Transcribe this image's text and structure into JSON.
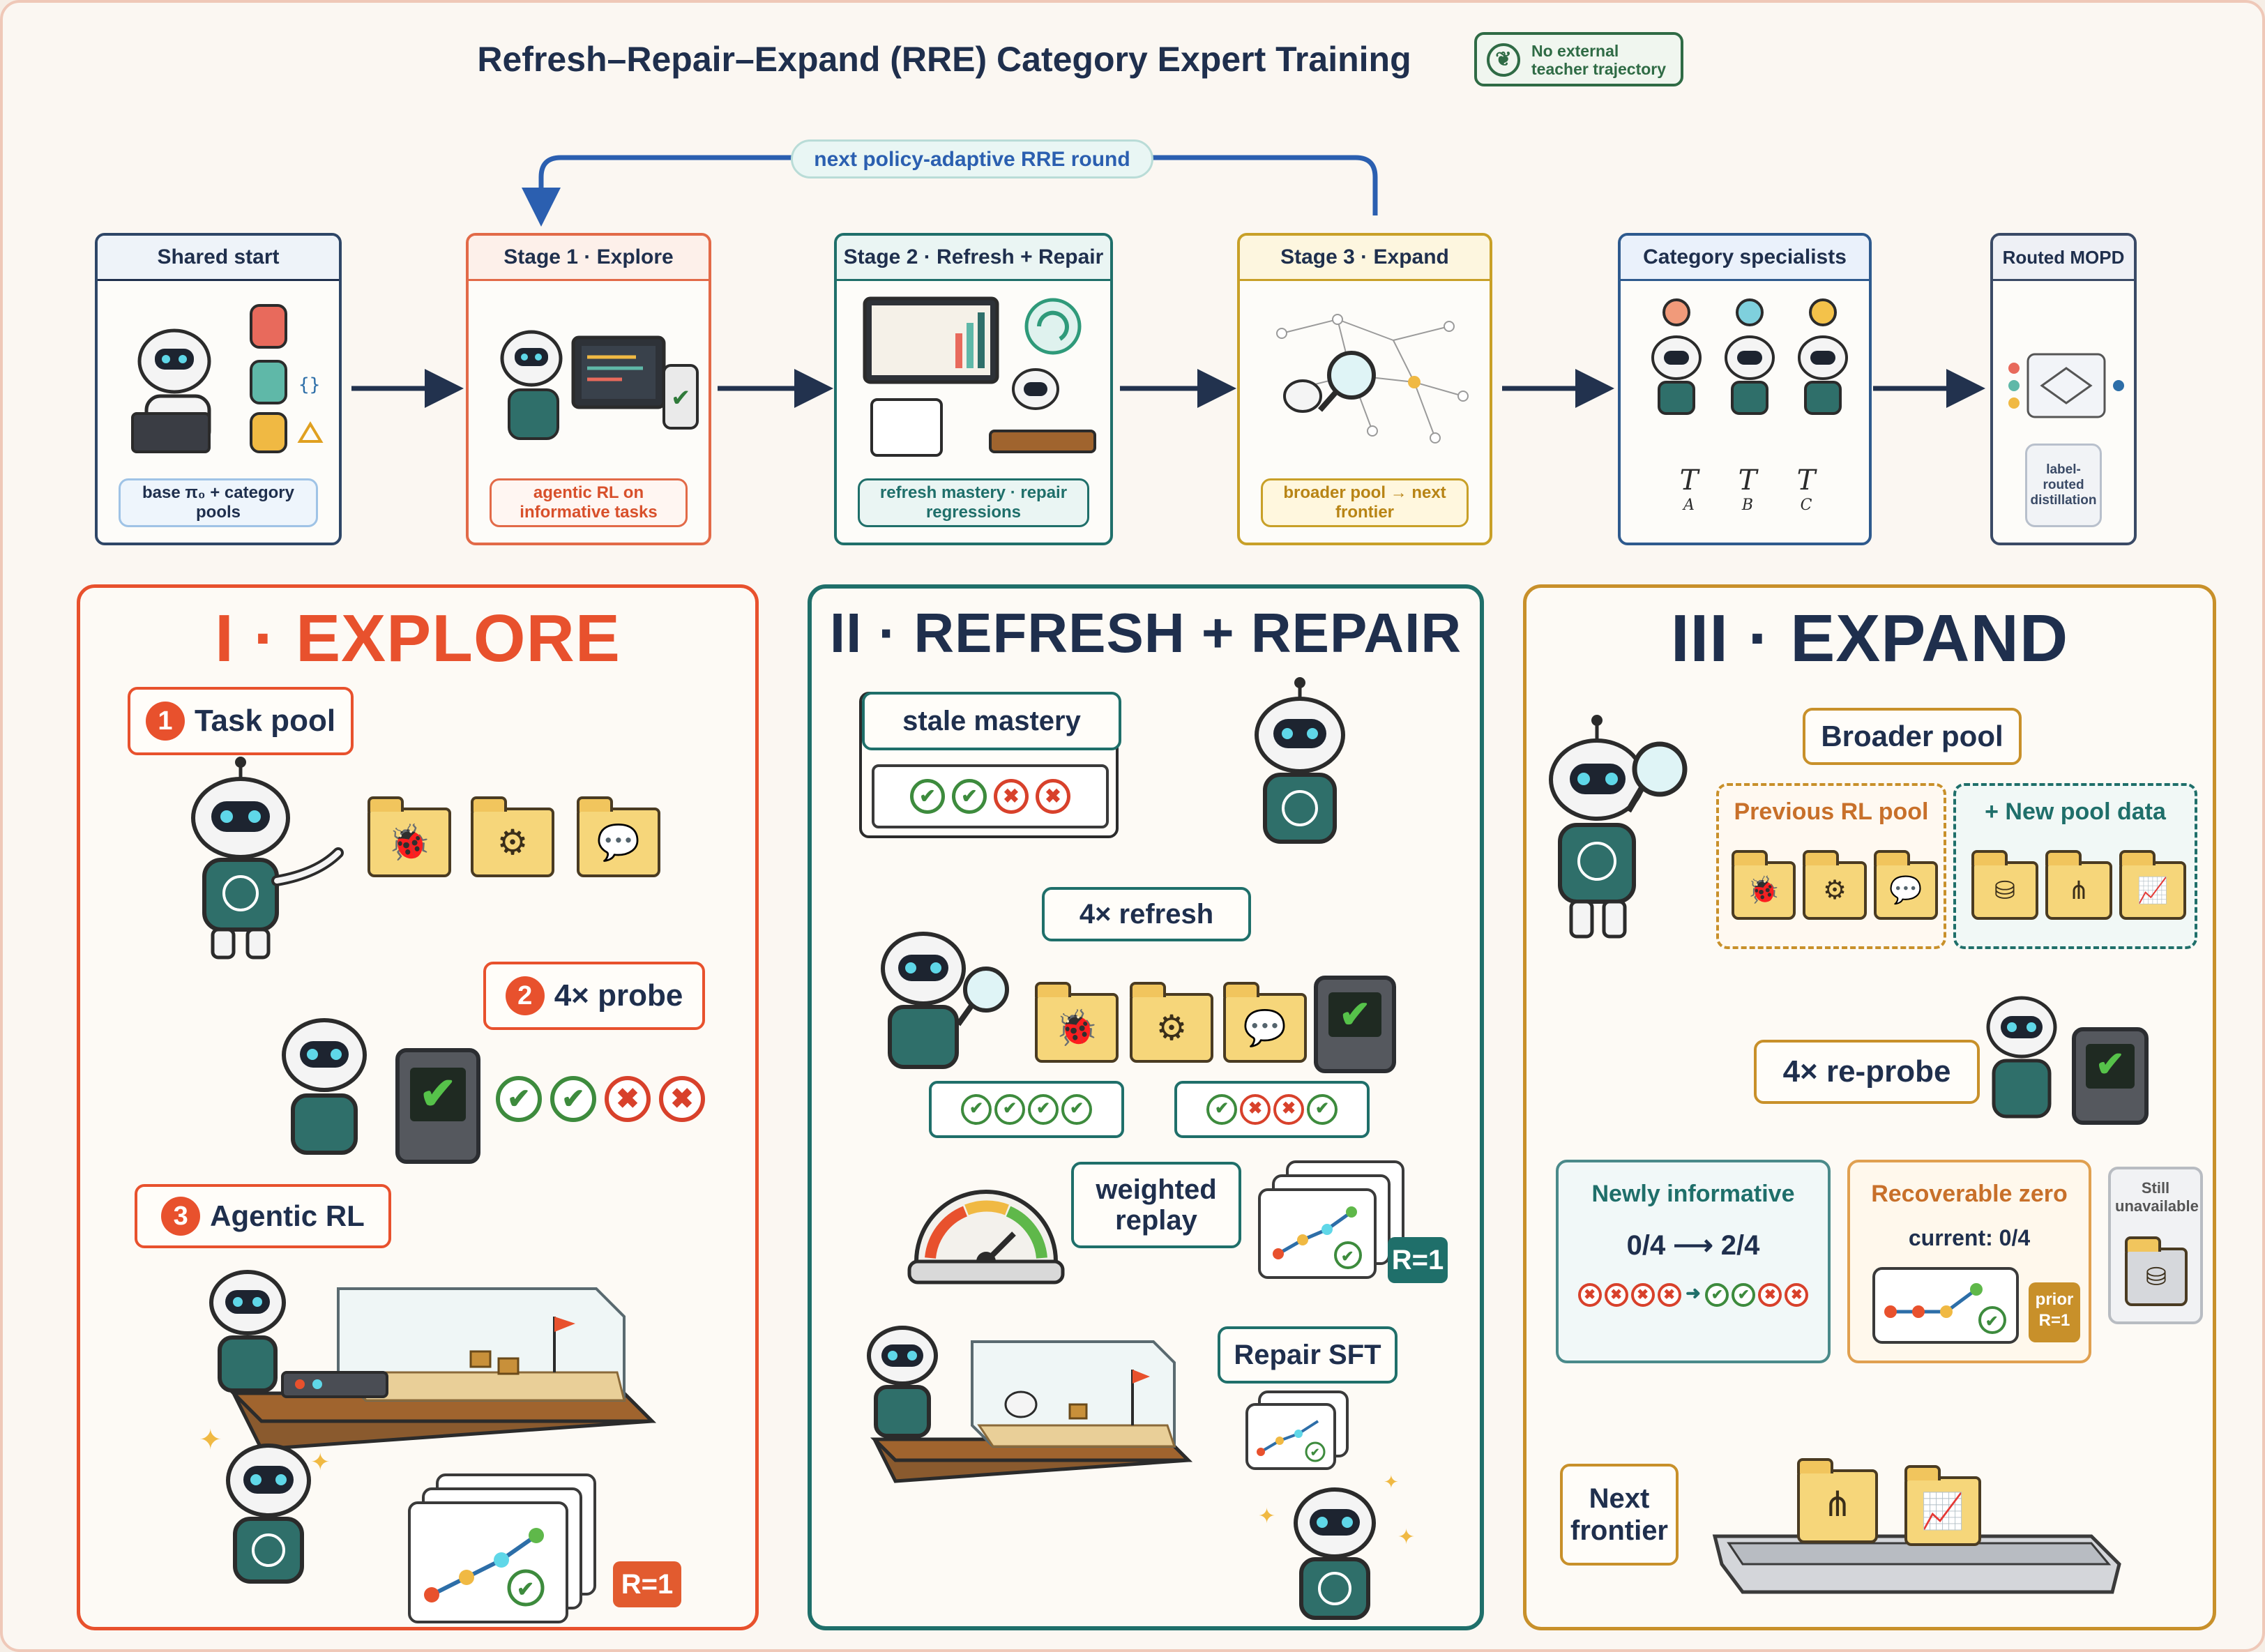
{
  "title": "Refresh–Repair–Expand (RRE) Category Expert Training",
  "badge": {
    "text_line1": "No external",
    "text_line2": "teacher trajectory",
    "icon": "leaf-ring-icon"
  },
  "loop_label": "next policy-adaptive RRE round",
  "top_flow": {
    "shared_start": {
      "head": "Shared start",
      "caption": "base π₀ + category pools"
    },
    "stage1": {
      "head": "Stage 1 · Explore",
      "caption": "agentic RL on informative tasks"
    },
    "stage2": {
      "head": "Stage 2 · Refresh + Repair",
      "caption": "refresh mastery · repair regressions"
    },
    "stage3": {
      "head": "Stage 3 · Expand",
      "caption": "broader pool → next frontier"
    },
    "specialists": {
      "head": "Category specialists",
      "labels": [
        "T",
        "T",
        "T"
      ],
      "subs": [
        "A",
        "B",
        "C"
      ]
    },
    "mopd": {
      "head": "Routed MOPD",
      "caption": "label-routed distillation"
    }
  },
  "explore": {
    "title": "I · EXPLORE",
    "step1": {
      "num": "1",
      "label": "Task pool"
    },
    "step2": {
      "num": "2",
      "label": "4× probe"
    },
    "step3": {
      "num": "3",
      "label": "Agentic RL"
    },
    "reward": "R=1",
    "folder_icons": [
      "bug-icon",
      "gear-icon",
      "chat-icon"
    ],
    "probe_results": [
      "pass",
      "pass",
      "fail",
      "fail"
    ]
  },
  "refresh": {
    "title": "II · REFRESH + REPAIR",
    "stale_label": "stale mastery",
    "stale_results": [
      "pass",
      "pass",
      "fail",
      "fail"
    ],
    "refresh_label": "4× refresh",
    "before": [
      "pass",
      "pass",
      "pass",
      "pass"
    ],
    "after": [
      "pass",
      "fail",
      "fail",
      "pass"
    ],
    "weighted_label": "weighted replay",
    "reward": "R=1",
    "repair_label": "Repair SFT"
  },
  "expand": {
    "title": "III · EXPAND",
    "broader": "Broader pool",
    "previous": "Previous RL pool",
    "new_pool": "+ New pool data",
    "reprobe": "4× re-probe",
    "newly": {
      "title": "Newly informative",
      "from": "0/4",
      "to": "2/4"
    },
    "recoverable": {
      "title": "Recoverable zero",
      "current": "current: 0/4",
      "prior": "prior",
      "reward": "R=1"
    },
    "still": "Still unavailable",
    "next": "Next frontier"
  },
  "colors": {
    "explore": "#e8512d",
    "refresh": "#1f6f6a",
    "expand": "#c8902a",
    "navy": "#1f2f4d"
  }
}
